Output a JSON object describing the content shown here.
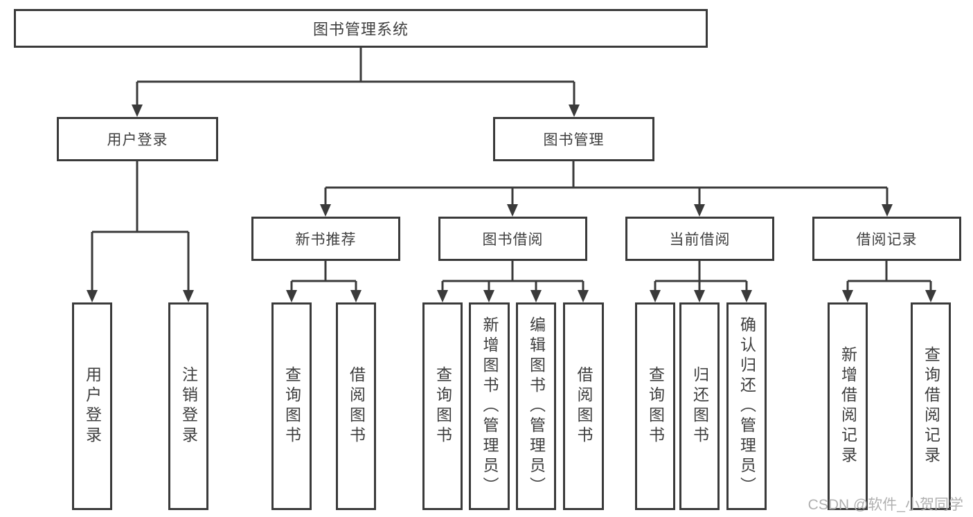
{
  "tree": {
    "root": {
      "label": "图书管理系统"
    },
    "children": [
      {
        "label": "用户登录",
        "children": [
          {
            "label": "用户登录"
          },
          {
            "label": "注销登录"
          }
        ]
      },
      {
        "label": "图书管理",
        "children": [
          {
            "label": "新书推荐",
            "children": [
              {
                "label": "查询图书"
              },
              {
                "label": "借阅图书"
              }
            ]
          },
          {
            "label": "图书借阅",
            "children": [
              {
                "label": "查询图书"
              },
              {
                "label": "新增图书（管理员）"
              },
              {
                "label": "编辑图书（管理员）"
              },
              {
                "label": "借阅图书"
              }
            ]
          },
          {
            "label": "当前借阅",
            "children": [
              {
                "label": "查询图书"
              },
              {
                "label": "归还图书"
              },
              {
                "label": "确认归还（管理员）"
              }
            ]
          },
          {
            "label": "借阅记录",
            "children": [
              {
                "label": "新增借阅记录"
              },
              {
                "label": "查询借阅记录"
              }
            ]
          }
        ]
      }
    ]
  },
  "watermark": {
    "text": "CSDN @软件_小贺同学"
  },
  "colors": {
    "line": "#3a3a3a",
    "text": "#3e3e3e",
    "watermark": "#b0b0b0",
    "background": "#ffffff"
  }
}
